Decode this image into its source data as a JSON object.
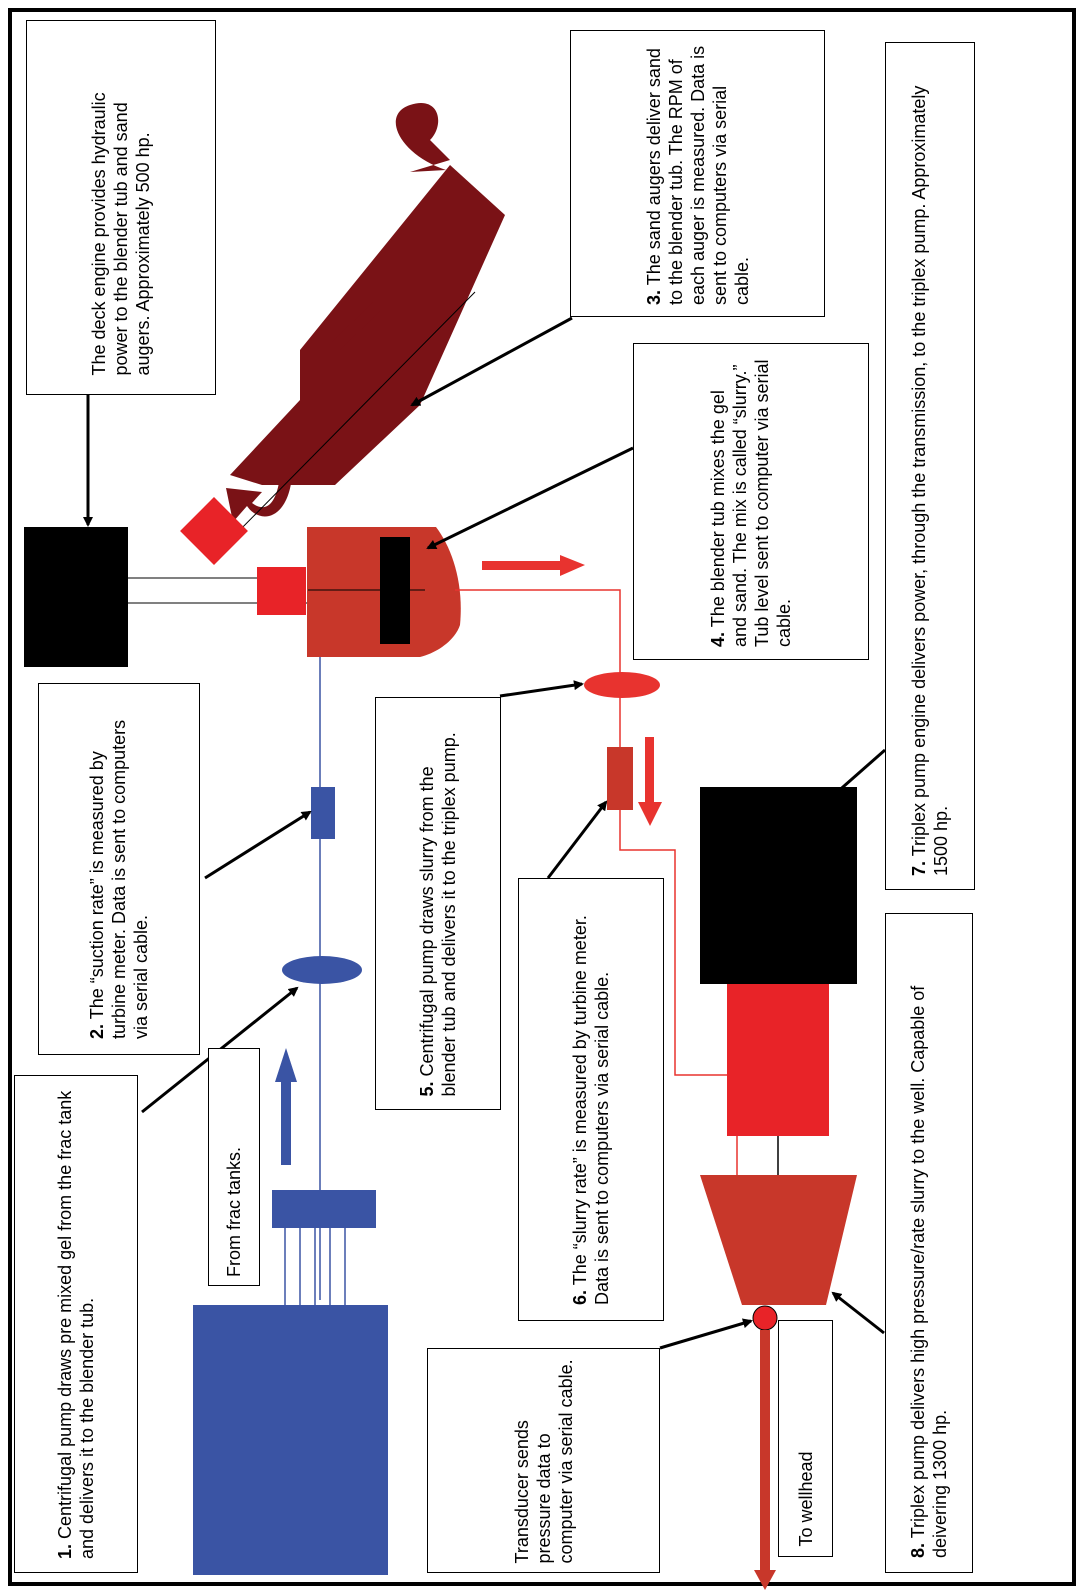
{
  "colors": {
    "blue": "#3a54a4",
    "dark_red": "#7a1216",
    "bright_red": "#e82328",
    "brick_red": "#c8372a",
    "black": "#000000"
  },
  "notes": {
    "note1": {
      "number": "1.",
      "text": "Centrifugal pump draws pre mixed gel from the  frac tank and delivers it to the blender tub."
    },
    "note2": {
      "number": "2.",
      "text": "The “suction rate” is measured by turbine meter. Data is sent to computers via serial cable."
    },
    "note3": {
      "number": "3.",
      "text": "The sand augers deliver sand to the blender tub. The RPM of each auger is measured. Data is sent to computers via serial cable."
    },
    "note4": {
      "number": "4.",
      "text": "The blender tub mixes the gel and sand. The mix is called “slurry.” Tub level sent to computer via serial cable."
    },
    "note5": {
      "number": "5.",
      "text": "Centrifugal pump draws slurry from the blender tub and delivers it to the triplex pump."
    },
    "note6": {
      "number": "6.",
      "text": "The “slurry rate” is measured by turbine meter. Data is sent to computers via serial cable."
    },
    "note7": {
      "number": "7.",
      "text": "Triplex pump engine delivers power, through the transmission, to the triplex pump. Approximately 1500 hp."
    },
    "note8": {
      "number": "8.",
      "text": "Triplex pump delivers high pressure/rate slurry to the well. Capable of deivering 1300 hp."
    },
    "deck": {
      "text": "The deck engine provides hydraulic power to the blender tub and sand augers. Approximately 500 hp."
    },
    "transducer": {
      "text": "Transducer sends pressure data to computer via serial cable."
    },
    "frac_tanks": {
      "text": "From frac tanks."
    },
    "wellhead": {
      "text": "To wellhead"
    }
  }
}
